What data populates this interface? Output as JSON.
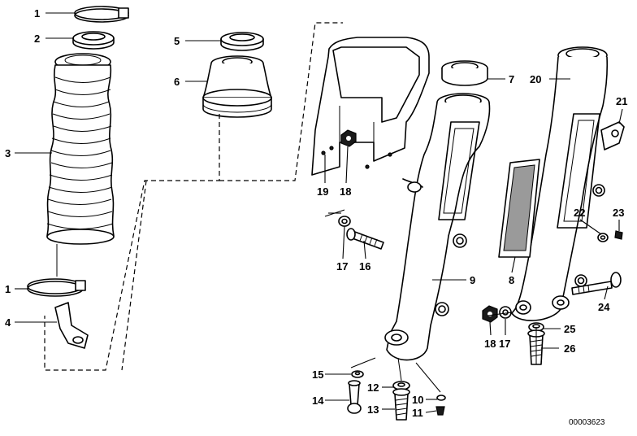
{
  "diagram": {
    "reference_number": "00003623",
    "callouts": [
      "1",
      "2",
      "3",
      "1",
      "4",
      "5",
      "6",
      "19",
      "18",
      "17",
      "16",
      "7",
      "9",
      "20",
      "21",
      "8",
      "22",
      "23",
      "24",
      "18",
      "17",
      "25",
      "26",
      "15",
      "14",
      "12",
      "13",
      "10",
      "11"
    ]
  }
}
